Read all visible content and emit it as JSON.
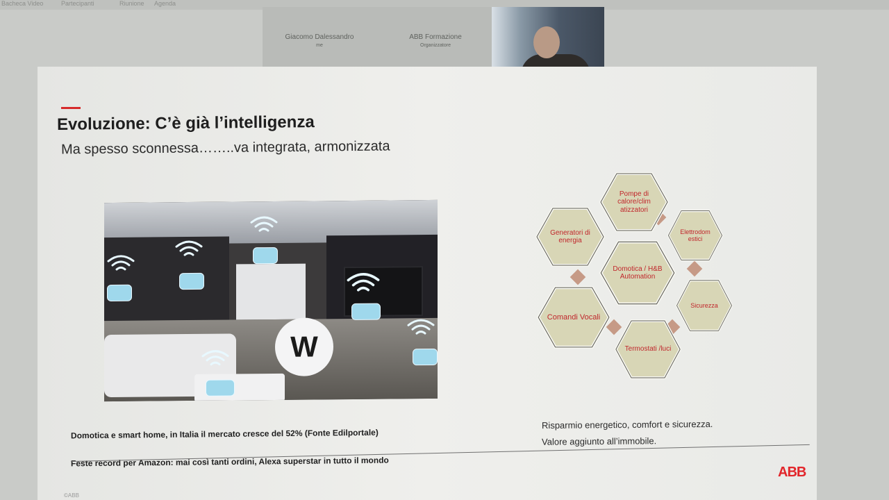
{
  "topbar": {
    "items": [
      "Bacheca Video",
      "Partecipanti",
      "Riunione",
      "Agenda"
    ]
  },
  "participants": [
    {
      "name": "Giacomo Dalessandro",
      "role": "me"
    },
    {
      "name": "ABB Formazione",
      "role": "Organizzatore"
    }
  ],
  "slide": {
    "title": "Evoluzione: C’è già l’intelligenza",
    "subtitle": "Ma spesso sconnessa……..va integrata, armonizzata",
    "logo_letter": "W",
    "hexagons": [
      {
        "label": "Pompe di calore/clim atizzatori"
      },
      {
        "label": "Generatori di energia"
      },
      {
        "label": "Elettrodom estici"
      },
      {
        "label": "Domotica / H&B Automation"
      },
      {
        "label": "Comandi Vocali"
      },
      {
        "label": "Sicurezza"
      },
      {
        "label": "Termostati /luci"
      }
    ],
    "news": [
      "Domotica e smart home, in Italia il mercato cresce del 52% (Fonte Edilportale)",
      "Feste record per Amazon: mai così tanti ordini, Alexa superstar in tutto il mondo"
    ],
    "right_lines": [
      "Risparmio energetico, comfort e sicurezza.",
      "Valore aggiunto all’immobile."
    ],
    "brand": "ABB",
    "copyright": "©ABB"
  },
  "colors": {
    "accent": "#d62b2b",
    "hex_fill": "#d8d6b6",
    "hex_text": "#c0262b",
    "brand": "#e2262b"
  }
}
